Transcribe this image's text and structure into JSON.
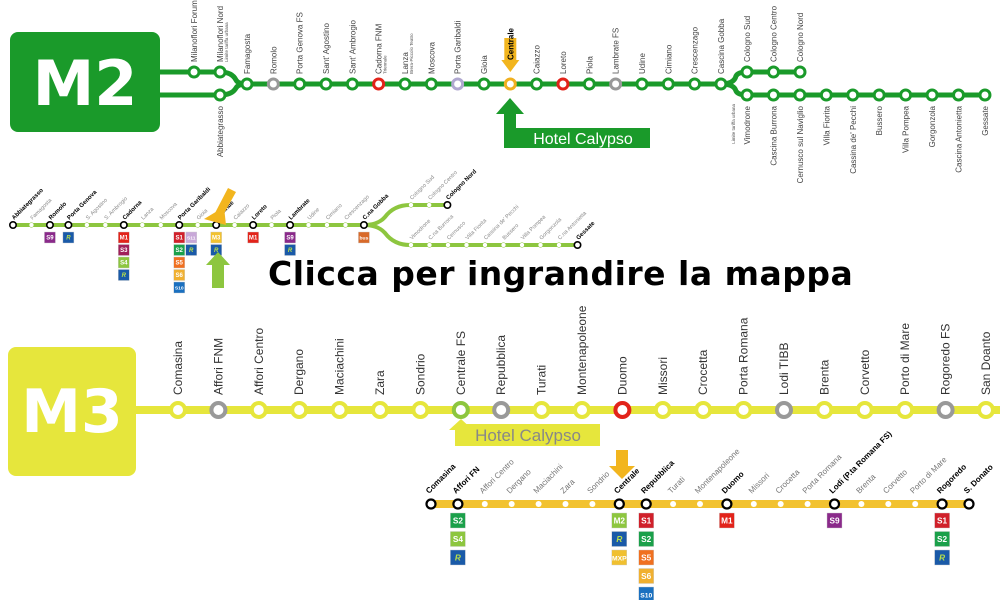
{
  "m2": {
    "logo": "M2",
    "color": "#1a9a2a",
    "west": [
      {
        "name": "Milanoflori Forum"
      },
      {
        "name": "Milanoflori Nord",
        "note": "Limite tariffa urbana"
      },
      {
        "name": "Abbiategrasso"
      }
    ],
    "trunk": [
      {
        "name": "Famagosta"
      },
      {
        "name": "Romolo",
        "ring": "#999999"
      },
      {
        "name": "Porta Genova FS"
      },
      {
        "name": "Sant' Agostino"
      },
      {
        "name": "Sant' Ambrogio"
      },
      {
        "name": "Cadorna FNM",
        "note": "Triennale",
        "ring": "#e2231a"
      },
      {
        "name": "Lanza",
        "note": "Brera-Piccolo Teatro"
      },
      {
        "name": "Moscova"
      },
      {
        "name": "Porta Garibaldi",
        "ring": "#b0a8d0"
      },
      {
        "name": "Gioia"
      },
      {
        "name": "Centrale",
        "ring": "#f0b020",
        "highlight": true
      },
      {
        "name": "Caiazzo"
      },
      {
        "name": "Loreto",
        "ring": "#e2231a"
      },
      {
        "name": "Piola"
      },
      {
        "name": "Lambrate FS",
        "ring": "#999999"
      },
      {
        "name": "Udine"
      },
      {
        "name": "Cimiano"
      },
      {
        "name": "Crescenzago"
      },
      {
        "name": "Cascina Gobba"
      }
    ],
    "branch_north": [
      "Cologno Sud",
      "Cologno Centro",
      "Cologno Nord"
    ],
    "branch_south": [
      "Vimodrone",
      "Cascina Burrona",
      "Cernusco sul Naviglio",
      "Villa Fiorita",
      "Cassina de' Pecchi",
      "Bussero",
      "Villa Pompea",
      "Gorgonzola",
      "Cascina Antonietta",
      "Gessate"
    ],
    "limit_note": "Limite tariffa urbana",
    "hotel_label": "Hotel Calypso"
  },
  "m2_small": {
    "color": "#8dc63f",
    "trunk": [
      {
        "name": "Abbiategrasso",
        "bold": true
      },
      {
        "name": "Famagosta"
      },
      {
        "name": "Romolo",
        "bold": true,
        "badges": [
          "S9"
        ]
      },
      {
        "name": "Porta Genova",
        "bold": true,
        "badges": [
          "R"
        ]
      },
      {
        "name": "S. Agostino"
      },
      {
        "name": "S. Ambrogio"
      },
      {
        "name": "Cadorna",
        "bold": true,
        "badges": [
          "M1",
          "S3",
          "S4",
          "R"
        ]
      },
      {
        "name": "Lanza"
      },
      {
        "name": "Moscova"
      },
      {
        "name": "Porta Garibaldi",
        "bold": true,
        "badges": [
          "S1",
          "S2",
          "S5",
          "S6",
          "S10"
        ],
        "badges2": [
          "S11",
          "R"
        ]
      },
      {
        "name": "Gioia"
      },
      {
        "name": "Centrale",
        "bold": true,
        "badges": [
          "M3",
          "R"
        ]
      },
      {
        "name": "Caiazzo"
      },
      {
        "name": "Loreto",
        "bold": true,
        "badges": [
          "M1"
        ]
      },
      {
        "name": "Piola"
      },
      {
        "name": "Lambrate",
        "bold": true,
        "badges": [
          "S9",
          "R"
        ]
      },
      {
        "name": "Udine"
      },
      {
        "name": "Cimiano"
      },
      {
        "name": "Crescenzago"
      },
      {
        "name": "C.na Gobba",
        "bold": true,
        "badges": [
          "bus"
        ]
      }
    ],
    "branch_north": [
      {
        "name": "Cologno Sud"
      },
      {
        "name": "Cologno Centro"
      },
      {
        "name": "Cologno Nord",
        "bold": true
      }
    ],
    "branch_south": [
      {
        "name": "Vimodrone"
      },
      {
        "name": "C.na Burrona"
      },
      {
        "name": "Cernusco"
      },
      {
        "name": "Villa Fiorita"
      },
      {
        "name": "Cassina de' Pecchi"
      },
      {
        "name": "Bussero"
      },
      {
        "name": "Villa Pompea"
      },
      {
        "name": "Gorgonzola"
      },
      {
        "name": "C.na Antonietta"
      },
      {
        "name": "Gessate",
        "bold": true
      }
    ]
  },
  "cta": "Clicca per ingrandire la mappa",
  "m3": {
    "logo": "M3",
    "color": "#e6e63c",
    "stations": [
      {
        "name": "Comasina"
      },
      {
        "name": "Affori FNM",
        "ring": "#999999"
      },
      {
        "name": "Affori Centro"
      },
      {
        "name": "Dergano"
      },
      {
        "name": "Maciachini"
      },
      {
        "name": "Zara"
      },
      {
        "name": "Sondrio"
      },
      {
        "name": "Centrale FS",
        "ring": "#8dc63f"
      },
      {
        "name": "Repubblica",
        "ring": "#999999"
      },
      {
        "name": "Turati"
      },
      {
        "name": "Montenapoleone"
      },
      {
        "name": "Duomo",
        "ring": "#e2231a"
      },
      {
        "name": "Missori"
      },
      {
        "name": "Crocetta"
      },
      {
        "name": "Porta Romana"
      },
      {
        "name": "Lodi TIBB",
        "ring": "#999999"
      },
      {
        "name": "Brenta"
      },
      {
        "name": "Corvetto"
      },
      {
        "name": "Porto di Mare"
      },
      {
        "name": "Rogoredo FS",
        "ring": "#999999"
      },
      {
        "name": "San Doanto"
      }
    ],
    "hotel_label": "Hotel Calypso"
  },
  "m3_small": {
    "color": "#f2c230",
    "stations": [
      {
        "name": "Comasina",
        "bold": true
      },
      {
        "name": "Affori FN",
        "bold": true,
        "badges": [
          "S2",
          "S4",
          "R"
        ]
      },
      {
        "name": "Affori Centro"
      },
      {
        "name": "Dergano"
      },
      {
        "name": "Maciachini"
      },
      {
        "name": "Zara"
      },
      {
        "name": "Sondrio"
      },
      {
        "name": "Centrale",
        "bold": true,
        "badges": [
          "M2",
          "R",
          "MXP"
        ]
      },
      {
        "name": "Repubblica",
        "bold": true,
        "badges": [
          "S1",
          "S2",
          "S5",
          "S6",
          "S10"
        ]
      },
      {
        "name": "Turati"
      },
      {
        "name": "Montenapoleone"
      },
      {
        "name": "Duomo",
        "bold": true,
        "badges": [
          "M1"
        ]
      },
      {
        "name": "Missori"
      },
      {
        "name": "Crocetta"
      },
      {
        "name": "Porta Romana"
      },
      {
        "name": "Lodi (P.ta Romana FS)",
        "bold": true,
        "badges": [
          "S9"
        ]
      },
      {
        "name": "Brenta"
      },
      {
        "name": "Corvetto"
      },
      {
        "name": "Porto di Mare"
      },
      {
        "name": "Rogoredo",
        "bold": true,
        "badges": [
          "S1",
          "S2",
          "R"
        ]
      },
      {
        "name": "S. Donato",
        "bold": true
      }
    ]
  },
  "badge_colors": {
    "M1": "#e2231a",
    "M2": "#8dc63f",
    "M3": "#f2c230",
    "S1": "#d0202a",
    "S2": "#1ba04a",
    "S3": "#a0205a",
    "S4": "#8dc63f",
    "S5": "#f07020",
    "S6": "#f0b030",
    "S9": "#8a2a8a",
    "S10": "#1a70c0",
    "S11": "#c8a8d8",
    "R": "#1a5aa8",
    "bus": "#d86a2a",
    "MXP": "#f0c030"
  },
  "arrow_color": "#f2b51e"
}
